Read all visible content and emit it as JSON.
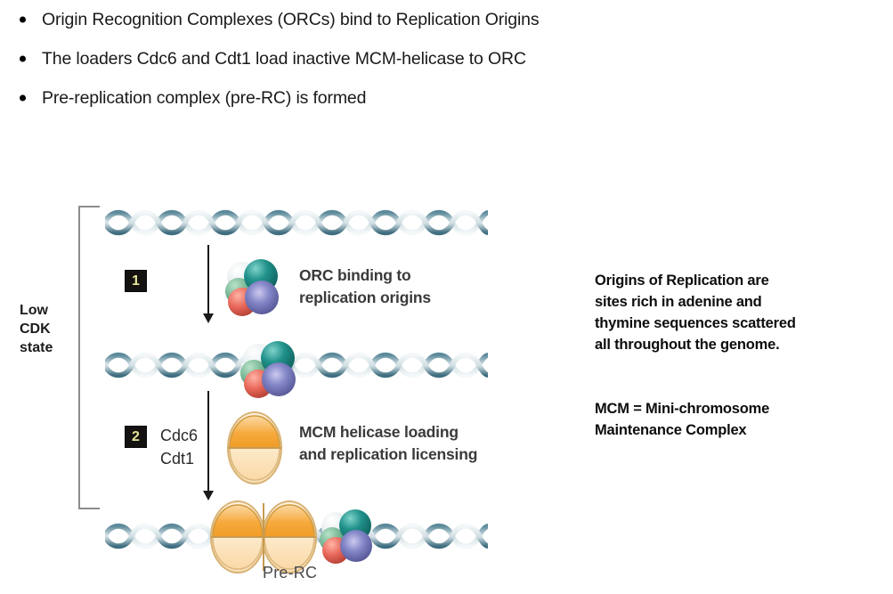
{
  "slide": {
    "bullets": [
      "Origin Recognition Complexes (ORCs) bind to Replication Origins",
      "The loaders Cdc6 and Cdt1 load inactive MCM-helicase to ORC",
      "Pre-replication complex (pre-RC) is formed"
    ],
    "notes": [
      {
        "id": "origins-note",
        "lines": [
          "Origins of Replication are",
          "sites rich in adenine and",
          "thymine sequences scattered",
          "all throughout the genome."
        ]
      },
      {
        "id": "mcm-note",
        "lines": [
          "MCM = Mini-chromosome",
          "Maintenance Complex"
        ]
      }
    ]
  },
  "diagram": {
    "cdk_label": [
      "Low",
      "CDK",
      "state"
    ],
    "steps": [
      {
        "number": "1",
        "caption_lines": [
          "ORC binding to",
          "replication origins"
        ]
      },
      {
        "number": "2",
        "caption_lines": [
          "MCM helicase loading",
          "and replication licensing"
        ]
      }
    ],
    "loaders": [
      "Cdc6",
      "Cdt1"
    ],
    "prerc_label": "Pre-RC",
    "colors": {
      "dna_strand_dark": "#4a7a8c",
      "dna_strand_light": "#dfe8ec",
      "orc_teal": "#1f8f88",
      "orc_white": "#e9eef0",
      "orc_green": "#7fb89a",
      "orc_red": "#e8675a",
      "orc_purple": "#7c7fc0",
      "mcm_orange": "#f5a63c",
      "mcm_orange_light": "#fde3bd",
      "mcm_outline": "#c79a57",
      "badge_bg": "#141210",
      "badge_text": "#e8e39a",
      "bracket": "#8c8c8c",
      "arrow": "#1a1a1a"
    }
  }
}
